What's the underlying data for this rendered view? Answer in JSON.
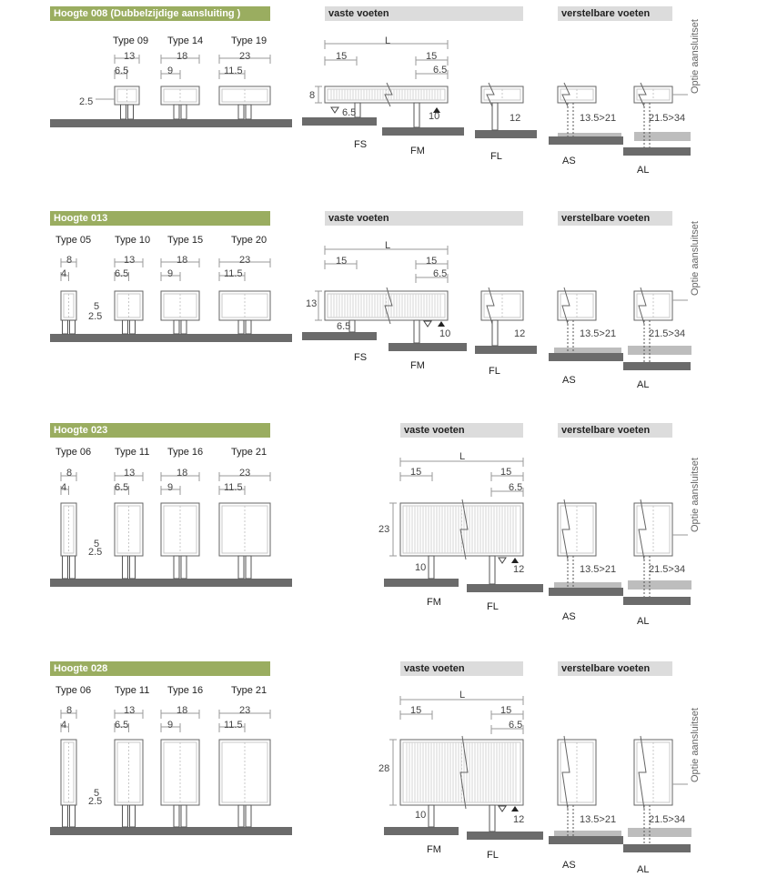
{
  "common": {
    "fixed_header": "vaste voeten",
    "adjustable_header": "verstelbare voeten",
    "side_label": "Optie aansluitset",
    "length_label": "L"
  },
  "sections": [
    {
      "title": "Hoogte 008 (Dubbelzijdige aansluiting )",
      "types": [
        "Type 09",
        "Type 14",
        "Type 19"
      ],
      "widths": [
        "13",
        "18",
        "23"
      ],
      "inner": [
        "6.5",
        "9",
        "11.5"
      ],
      "offset": "2.5",
      "height": "8",
      "left": "15",
      "right": "15",
      "right_inner": "6.5",
      "fs_dim": "6.5",
      "fm_dim": "10",
      "fl_dim": "12",
      "as_dim": "13.5>21",
      "al_dim": "21.5>34",
      "feet": [
        "FS",
        "FM",
        "FL",
        "AS",
        "AL"
      ]
    },
    {
      "title": "Hoogte 013",
      "types": [
        "Type 05",
        "Type 10",
        "Type 15",
        "Type 20"
      ],
      "widths": [
        "8",
        "13",
        "18",
        "23"
      ],
      "inner": [
        "4",
        "6.5",
        "9",
        "11.5"
      ],
      "small_dims": [
        "5",
        "2.5"
      ],
      "height": "13",
      "left": "15",
      "right": "15",
      "right_inner": "6.5",
      "fs_dim": "6.5",
      "fm_dim": "10",
      "fl_dim": "12",
      "as_dim": "13.5>21",
      "al_dim": "21.5>34",
      "feet": [
        "FS",
        "FM",
        "FL",
        "AS",
        "AL"
      ]
    },
    {
      "title": "Hoogte 023",
      "types": [
        "Type 06",
        "Type 11",
        "Type 16",
        "Type 21"
      ],
      "widths": [
        "8",
        "13",
        "18",
        "23"
      ],
      "inner": [
        "4",
        "6.5",
        "9",
        "11.5"
      ],
      "small_dims": [
        "5",
        "2.5"
      ],
      "height": "23",
      "left": "15",
      "right": "15",
      "right_inner": "6.5",
      "fm_dim": "10",
      "fl_dim": "12",
      "as_dim": "13.5>21",
      "al_dim": "21.5>34",
      "feet": [
        "FM",
        "FL",
        "AS",
        "AL"
      ]
    },
    {
      "title": "Hoogte 028",
      "types": [
        "Type 06",
        "Type 11",
        "Type 16",
        "Type 21"
      ],
      "widths": [
        "8",
        "13",
        "18",
        "23"
      ],
      "inner": [
        "4",
        "6.5",
        "9",
        "11.5"
      ],
      "small_dims": [
        "5",
        "2.5"
      ],
      "height": "28",
      "left": "15",
      "right": "15",
      "right_inner": "6.5",
      "fm_dim": "10",
      "fl_dim": "12",
      "as_dim": "13.5>21",
      "al_dim": "21.5>34",
      "feet": [
        "FM",
        "FL",
        "AS",
        "AL"
      ]
    }
  ]
}
